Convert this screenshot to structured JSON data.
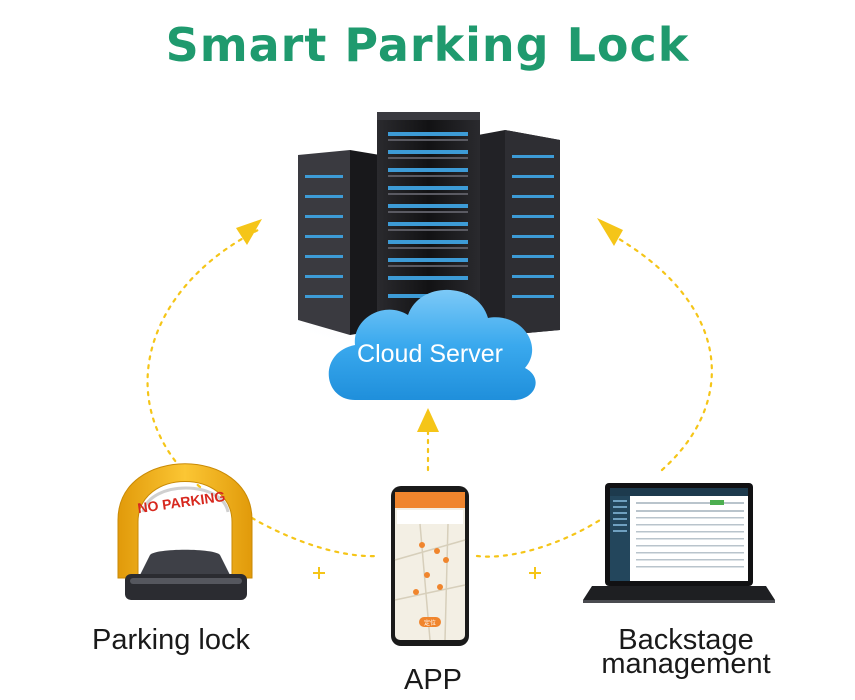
{
  "title": "Smart Parking Lock",
  "colors": {
    "title": "#1f9a6e",
    "arrow": "#f5c518",
    "cloud": "#3aa9ee",
    "lock_yellow": "#f4b11a",
    "server": "#1c1c1e",
    "server_led": "#3d9bd6"
  },
  "cloud": {
    "label": "Cloud Server",
    "icon": "cloud-icon"
  },
  "server": {
    "icon": "server-rack-icon"
  },
  "nodes": [
    {
      "id": "lock",
      "label": "Parking lock",
      "icon": "parking-lock-icon",
      "sign_text": "NO PARKING"
    },
    {
      "id": "app",
      "label": "APP",
      "icon": "smartphone-icon",
      "screen_button": "定位"
    },
    {
      "id": "backstage",
      "label_lines": [
        "Backstage",
        "management"
      ],
      "icon": "laptop-icon"
    }
  ]
}
